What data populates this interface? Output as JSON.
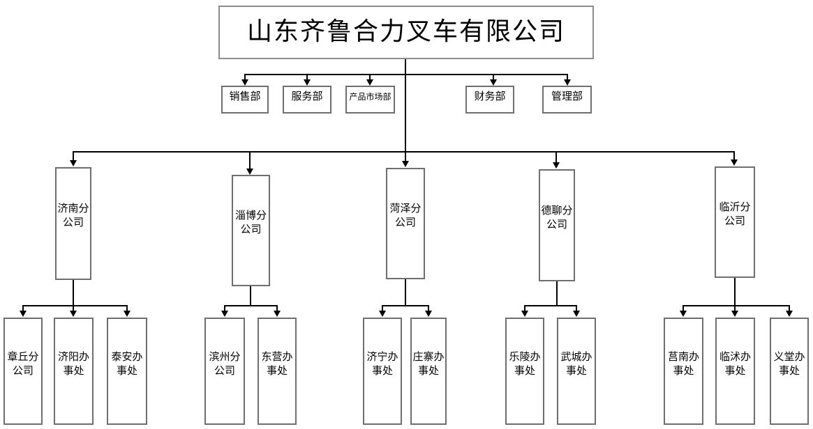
{
  "org": {
    "root": {
      "label": "山东齐鲁合力叉车有限公司"
    },
    "departments": [
      {
        "label": "销售部"
      },
      {
        "label": "服务部"
      },
      {
        "label": "产品市场部"
      },
      {
        "label": "财务部"
      },
      {
        "label": "管理部"
      }
    ],
    "branches": [
      {
        "label": "济南分公司",
        "children": [
          {
            "label": "章丘分公司"
          },
          {
            "label": "济阳办事处"
          },
          {
            "label": "泰安办事处"
          }
        ]
      },
      {
        "label": "淄博分公司",
        "children": [
          {
            "label": "滨州分公司"
          },
          {
            "label": "东营办事处"
          }
        ]
      },
      {
        "label": "菏泽分公司",
        "children": [
          {
            "label": "济宁办事处"
          },
          {
            "label": "庄寨办事处"
          }
        ]
      },
      {
        "label": "德聊分公司",
        "children": [
          {
            "label": "乐陵办事处"
          },
          {
            "label": "武城办事处"
          }
        ]
      },
      {
        "label": "临沂分公司",
        "children": [
          {
            "label": "莒南办事处"
          },
          {
            "label": "临沭办事处"
          },
          {
            "label": "义堂办事处"
          }
        ]
      }
    ],
    "colors": {
      "line": "#000000",
      "box_border": "#6e6e6e",
      "background": "#ffffff",
      "text": "#000000"
    }
  }
}
